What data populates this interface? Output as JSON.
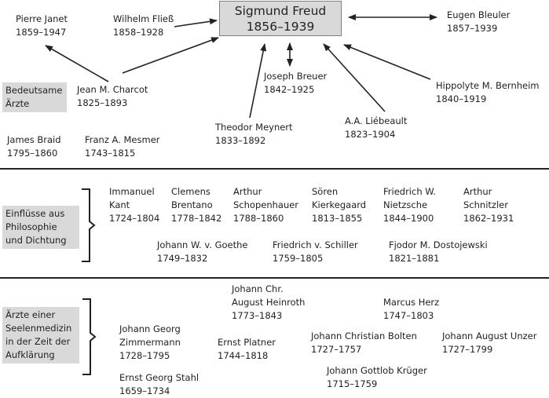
{
  "center": {
    "name": "Sigmund Freud",
    "years": "1856–1939"
  },
  "section1": {
    "label": [
      "Bedeutsame",
      "Ärzte"
    ],
    "persons": {
      "janet": {
        "name": "Pierre Janet",
        "years": "1859–1947"
      },
      "fliess": {
        "name": "Wilhelm Fließ",
        "years": "1858–1928"
      },
      "bleuler": {
        "name": "Eugen Bleuler",
        "years": "1857–1939"
      },
      "charcot": {
        "name": "Jean M. Charcot",
        "years": "1825–1893"
      },
      "breuer": {
        "name": "Joseph Breuer",
        "years": "1842–1925"
      },
      "bernheim": {
        "name": "Hippolyte M.  Bernheim",
        "years": "1840–1919"
      },
      "braid": {
        "name": "James Braid",
        "years": "1795–1860"
      },
      "mesmer": {
        "name": "Franz A. Mesmer",
        "years": "1743–1815"
      },
      "meynert": {
        "name": "Theodor Meynert",
        "years": "1833–1892"
      },
      "liebeault": {
        "name": "A.A. Liébeault",
        "years": "1823–1904"
      }
    }
  },
  "section2": {
    "label": [
      "Einflüsse aus",
      "Philosophie",
      "und Dichtung"
    ],
    "persons": {
      "kant": {
        "lines": [
          "Immanuel",
          "Kant",
          "1724–1804"
        ]
      },
      "brentano": {
        "lines": [
          "Clemens",
          "Brentano",
          "1778–1842"
        ]
      },
      "schopenhauer": {
        "lines": [
          "Arthur",
          "Schopenhauer",
          "1788–1860"
        ]
      },
      "kierkegaard": {
        "lines": [
          "Sören",
          "Kierkegaard",
          "1813–1855"
        ]
      },
      "nietzsche": {
        "lines": [
          "Friedrich W.",
          "Nietzsche",
          "1844–1900"
        ]
      },
      "schnitzler": {
        "lines": [
          "Arthur",
          "Schnitzler",
          "1862–1931"
        ]
      },
      "goethe": {
        "lines": [
          "Johann W. v. Goethe",
          "1749–1832"
        ]
      },
      "schiller": {
        "lines": [
          "Friedrich v. Schiller",
          "1759–1805"
        ]
      },
      "dostojewski": {
        "lines": [
          "Fjodor M. Dostojewski",
          "1821–1881"
        ]
      }
    }
  },
  "section3": {
    "label": [
      "Ärzte einer",
      "Seelenmedizin",
      "in der Zeit der",
      "Aufklärung"
    ],
    "persons": {
      "heinroth": {
        "lines": [
          "Johann Chr.",
          "August Heinroth",
          "1773–1843"
        ]
      },
      "herz": {
        "lines": [
          "Marcus Herz",
          "1747–1803"
        ]
      },
      "zimmermann": {
        "lines": [
          "Johann Georg",
          "Zimmermann",
          "1728–1795"
        ]
      },
      "platner": {
        "lines": [
          "Ernst Platner",
          "1744–1818"
        ]
      },
      "bolten": {
        "lines": [
          "Johann Christian Bolten",
          "1727–1757"
        ]
      },
      "unzer": {
        "lines": [
          "Johann August Unzer",
          "1727–1799"
        ]
      },
      "kruger": {
        "lines": [
          "Johann Gottlob Krüger",
          "1715–1759"
        ]
      },
      "stahl": {
        "lines": [
          "Ernst Georg Stahl",
          "1659–1734"
        ]
      }
    }
  },
  "colors": {
    "box_fill": "#d9d9d9",
    "line": "#222222",
    "text": "#222222"
  }
}
